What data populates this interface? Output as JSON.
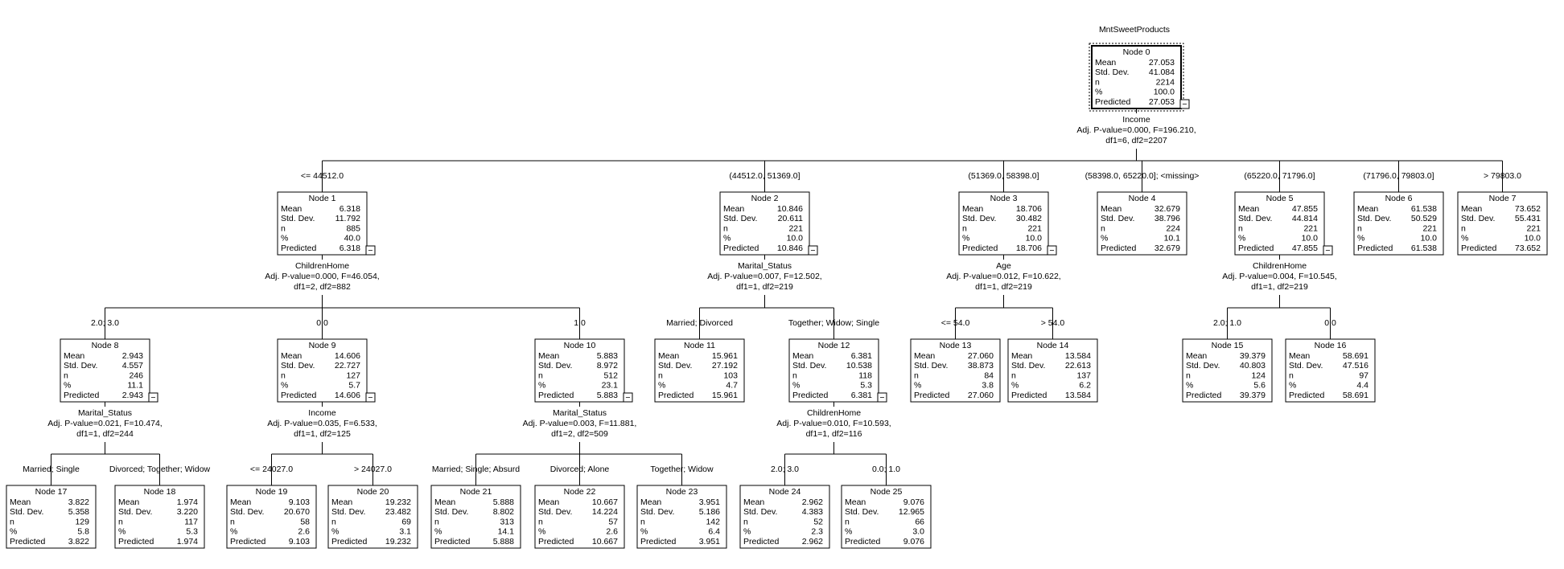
{
  "tree": {
    "dependent_variable": "MntSweetProducts",
    "stat_labels": [
      "Mean",
      "Std. Dev.",
      "n",
      "%",
      "Predicted"
    ],
    "collapse_glyph": "−",
    "nodes": [
      {
        "id": "0",
        "title": "Node 0",
        "stats": [
          "27.053",
          "41.084",
          "2214",
          "100.0",
          "27.053"
        ],
        "split": {
          "variable": "Income",
          "stat": "Adj. P-value=0.000, F=196.210,",
          "df": "df1=6, df2=2207"
        }
      },
      {
        "id": "1",
        "title": "Node 1",
        "branch": "<= 44512.0",
        "stats": [
          "6.318",
          "11.792",
          "885",
          "40.0",
          "6.318"
        ],
        "split": {
          "variable": "ChildrenHome",
          "stat": "Adj. P-value=0.000, F=46.054,",
          "df": "df1=2, df2=882"
        }
      },
      {
        "id": "2",
        "title": "Node 2",
        "branch": "(44512.0, 51369.0]",
        "stats": [
          "10.846",
          "20.611",
          "221",
          "10.0",
          "10.846"
        ],
        "split": {
          "variable": "Marital_Status",
          "stat": "Adj. P-value=0.007, F=12.502,",
          "df": "df1=1, df2=219"
        }
      },
      {
        "id": "3",
        "title": "Node 3",
        "branch": "(51369.0, 58398.0]",
        "stats": [
          "18.706",
          "30.482",
          "221",
          "10.0",
          "18.706"
        ],
        "split": {
          "variable": "Age",
          "stat": "Adj. P-value=0.012, F=10.622,",
          "df": "df1=1, df2=219"
        }
      },
      {
        "id": "4",
        "title": "Node 4",
        "branch": "(58398.0, 65220.0]; <missing>",
        "stats": [
          "32.679",
          "38.796",
          "224",
          "10.1",
          "32.679"
        ]
      },
      {
        "id": "5",
        "title": "Node 5",
        "branch": "(65220.0, 71796.0]",
        "stats": [
          "47.855",
          "44.814",
          "221",
          "10.0",
          "47.855"
        ],
        "split": {
          "variable": "ChildrenHome",
          "stat": "Adj. P-value=0.004, F=10.545,",
          "df": "df1=1, df2=219"
        }
      },
      {
        "id": "6",
        "title": "Node 6",
        "branch": "(71796.0, 79803.0]",
        "stats": [
          "61.538",
          "50.529",
          "221",
          "10.0",
          "61.538"
        ]
      },
      {
        "id": "7",
        "title": "Node 7",
        "branch": "> 79803.0",
        "stats": [
          "73.652",
          "55.431",
          "221",
          "10.0",
          "73.652"
        ]
      },
      {
        "id": "8",
        "title": "Node 8",
        "branch": "2.0; 3.0",
        "stats": [
          "2.943",
          "4.557",
          "246",
          "11.1",
          "2.943"
        ],
        "split": {
          "variable": "Marital_Status",
          "stat": "Adj. P-value=0.021, F=10.474,",
          "df": "df1=1, df2=244"
        }
      },
      {
        "id": "9",
        "title": "Node 9",
        "branch": "0.0",
        "stats": [
          "14.606",
          "22.727",
          "127",
          "5.7",
          "14.606"
        ],
        "split": {
          "variable": "Income",
          "stat": "Adj. P-value=0.035, F=6.533,",
          "df": "df1=1, df2=125"
        }
      },
      {
        "id": "10",
        "title": "Node 10",
        "branch": "1.0",
        "stats": [
          "5.883",
          "8.972",
          "512",
          "23.1",
          "5.883"
        ],
        "split": {
          "variable": "Marital_Status",
          "stat": "Adj. P-value=0.003, F=11.881,",
          "df": "df1=2, df2=509"
        }
      },
      {
        "id": "11",
        "title": "Node 11",
        "branch": "Married; Divorced",
        "stats": [
          "15.961",
          "27.192",
          "103",
          "4.7",
          "15.961"
        ]
      },
      {
        "id": "12",
        "title": "Node 12",
        "branch": "Together; Widow; Single",
        "stats": [
          "6.381",
          "10.538",
          "118",
          "5.3",
          "6.381"
        ],
        "split": {
          "variable": "ChildrenHome",
          "stat": "Adj. P-value=0.010, F=10.593,",
          "df": "df1=1, df2=116"
        }
      },
      {
        "id": "13",
        "title": "Node 13",
        "branch": "<= 54.0",
        "stats": [
          "27.060",
          "38.873",
          "84",
          "3.8",
          "27.060"
        ]
      },
      {
        "id": "14",
        "title": "Node 14",
        "branch": "> 54.0",
        "stats": [
          "13.584",
          "22.613",
          "137",
          "6.2",
          "13.584"
        ]
      },
      {
        "id": "15",
        "title": "Node 15",
        "branch": "2.0; 1.0",
        "stats": [
          "39.379",
          "40.803",
          "124",
          "5.6",
          "39.379"
        ]
      },
      {
        "id": "16",
        "title": "Node 16",
        "branch": "0.0",
        "stats": [
          "58.691",
          "47.516",
          "97",
          "4.4",
          "58.691"
        ]
      },
      {
        "id": "17",
        "title": "Node 17",
        "branch": "Married; Single",
        "stats": [
          "3.822",
          "5.358",
          "129",
          "5.8",
          "3.822"
        ]
      },
      {
        "id": "18",
        "title": "Node 18",
        "branch": "Divorced; Together; Widow",
        "stats": [
          "1.974",
          "3.220",
          "117",
          "5.3",
          "1.974"
        ]
      },
      {
        "id": "19",
        "title": "Node 19",
        "branch": "<= 24027.0",
        "stats": [
          "9.103",
          "20.670",
          "58",
          "2.6",
          "9.103"
        ]
      },
      {
        "id": "20",
        "title": "Node 20",
        "branch": "> 24027.0",
        "stats": [
          "19.232",
          "23.482",
          "69",
          "3.1",
          "19.232"
        ]
      },
      {
        "id": "21",
        "title": "Node 21",
        "branch": "Married; Single; Absurd",
        "stats": [
          "5.888",
          "8.802",
          "313",
          "14.1",
          "5.888"
        ]
      },
      {
        "id": "22",
        "title": "Node 22",
        "branch": "Divorced; Alone",
        "stats": [
          "10.667",
          "14.224",
          "57",
          "2.6",
          "10.667"
        ]
      },
      {
        "id": "23",
        "title": "Node 23",
        "branch": "Together; Widow",
        "stats": [
          "3.951",
          "5.186",
          "142",
          "6.4",
          "3.951"
        ]
      },
      {
        "id": "24",
        "title": "Node 24",
        "branch": "2.0; 3.0",
        "stats": [
          "2.962",
          "4.383",
          "52",
          "2.3",
          "2.962"
        ]
      },
      {
        "id": "25",
        "title": "Node 25",
        "branch": "0.0; 1.0",
        "stats": [
          "9.076",
          "12.965",
          "66",
          "3.0",
          "9.076"
        ]
      }
    ]
  }
}
